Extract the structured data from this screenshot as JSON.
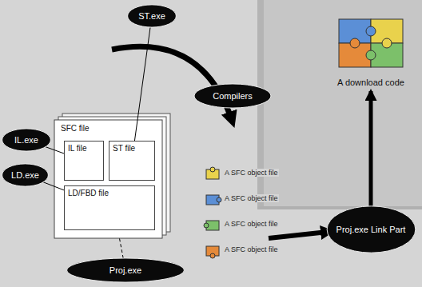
{
  "diagram": {
    "nodes": [
      {
        "text": [
          "ST.exe"
        ]
      },
      {
        "text": [
          "SFC file"
        ]
      },
      {
        "text": [
          "IL file"
        ],
        "in": 1
      },
      {
        "text": [
          "ST file"
        ],
        "in": 1
      },
      {
        "text": [
          "LD/FBD file"
        ],
        "in": 1
      },
      {
        "text": [
          "Compilers"
        ]
      },
      {
        "text": [
          "A download code"
        ]
      },
      {
        "text": [
          "IL.exe"
        ]
      },
      {
        "text": [
          "LD.exe"
        ]
      },
      {
        "text": [
          "Proj.exe Link Part"
        ]
      },
      {
        "text": [
          "Proj.exe"
        ]
      }
    ],
    "edges": [
      {
        "from": 0,
        "to": 3,
        "arrow": "none"
      },
      {
        "from": 7,
        "to": 2,
        "arrow": "none"
      },
      {
        "from": 8,
        "to": 4,
        "arrow": "none"
      },
      {
        "from": 10,
        "to": 1,
        "arrow": "none"
      },
      {
        "from": 9,
        "to": 6,
        "arrow": "to"
      }
    ],
    "labels": [
      "A SFC object file",
      "A SFC object file",
      "A SFC object file",
      "A SFC object file"
    ]
  }
}
